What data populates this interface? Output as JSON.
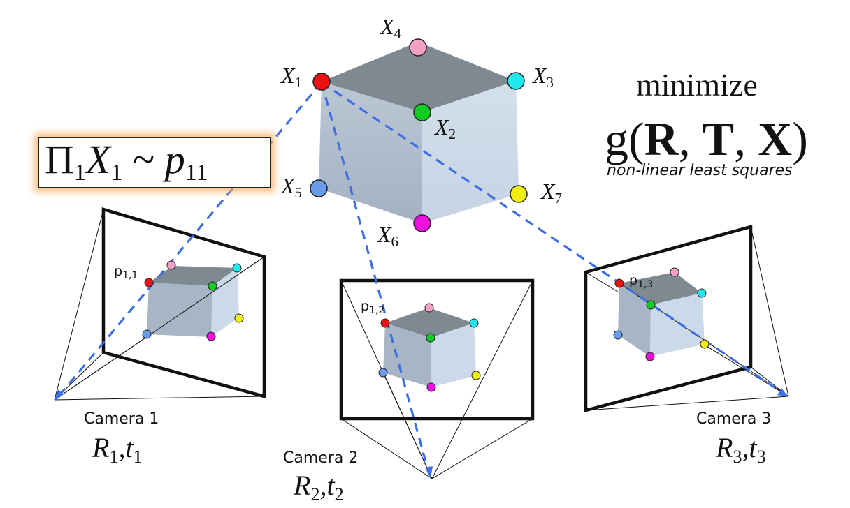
{
  "world_points": [
    {
      "id": "X1",
      "name": "X",
      "sub": "1",
      "color": "#ee1111"
    },
    {
      "id": "X2",
      "name": "X",
      "sub": "2",
      "color": "#11cc22"
    },
    {
      "id": "X3",
      "name": "X",
      "sub": "3",
      "color": "#22e8ee"
    },
    {
      "id": "X4",
      "name": "X",
      "sub": "4",
      "color": "#f4a0c4"
    },
    {
      "id": "X5",
      "name": "X",
      "sub": "5",
      "color": "#6a9be8"
    },
    {
      "id": "X6",
      "name": "X",
      "sub": "6",
      "color": "#ee11dd"
    },
    {
      "id": "X7",
      "name": "X",
      "sub": "7",
      "color": "#f2ee10"
    }
  ],
  "cameras": [
    {
      "name": "Camera 1",
      "pose_R": "R",
      "pose_R_sub": "1",
      "pose_t": "t",
      "pose_t_sub": "1",
      "point_label": "p",
      "point_sub": "1,1"
    },
    {
      "name": "Camera 2",
      "pose_R": "R",
      "pose_R_sub": "2",
      "pose_t": "t",
      "pose_t_sub": "2",
      "point_label": "p",
      "point_sub": "1,2"
    },
    {
      "name": "Camera 3",
      "pose_R": "R",
      "pose_R_sub": "3",
      "pose_t": "t",
      "pose_t_sub": "3",
      "point_label": "p",
      "point_sub": "1,3"
    }
  ],
  "objective": {
    "verb": "minimize",
    "func": "g(",
    "args": [
      "R",
      "T",
      "X"
    ],
    "sep": ", ",
    "close": ")",
    "subtitle": "non-linear least squares"
  },
  "equation": {
    "pi": "Π",
    "pi_sub": "1",
    "x": "X",
    "x_sub": "1",
    "rel": "~",
    "p": "p",
    "p_sub": "11"
  },
  "colors": {
    "ray": "#3c6ee6",
    "cube_top": "#7e8891",
    "cube_left": "#a9b6c6",
    "cube_right": "#ccd9e8",
    "highlight": "#f5aa5a"
  }
}
